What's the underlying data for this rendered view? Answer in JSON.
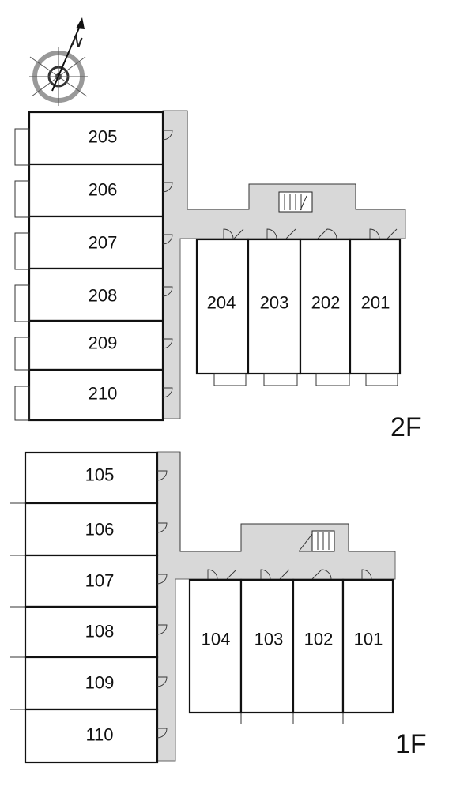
{
  "compass": {
    "label": "N",
    "icon": "north-arrow-icon"
  },
  "floor2": {
    "label": "2F",
    "left_wing": [
      "205",
      "206",
      "207",
      "208",
      "209",
      "210"
    ],
    "right_wing": [
      "204",
      "203",
      "202",
      "201"
    ]
  },
  "floor1": {
    "label": "1F",
    "left_wing": [
      "105",
      "106",
      "107",
      "108",
      "109",
      "110"
    ],
    "right_wing": [
      "104",
      "103",
      "102",
      "101"
    ]
  },
  "colors": {
    "corridor": "#d8d8d8",
    "wall": "#111111"
  }
}
